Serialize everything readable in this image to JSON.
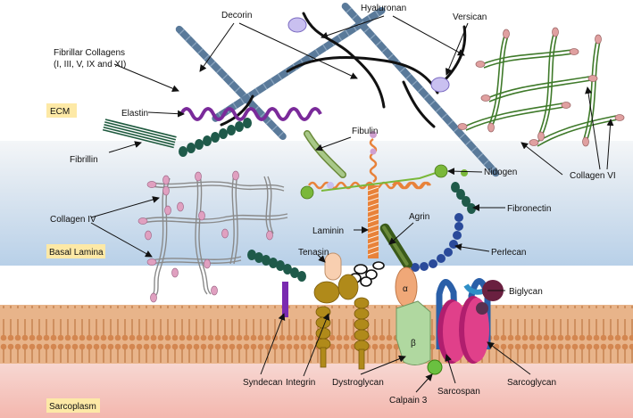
{
  "zones": {
    "ecm": "ECM",
    "basal_lamina": "Basal Lamina",
    "sarcoplasm": "Sarcoplasm"
  },
  "labels": {
    "decorin": "Decorin",
    "hyaluronan": "Hyaluronan",
    "versican": "Versican",
    "fibrillar_collagens_line1": "Fibrillar Collagens",
    "fibrillar_collagens_line2": "(I, III, V, IX and XI)",
    "elastin": "Elastin",
    "fibrillin": "Fibrillin",
    "fibulin": "Fibulin",
    "nidogen": "Nidogen",
    "collagen_vi": "Collagen VI",
    "collagen_iv": "Collagen IV",
    "fibronectin": "Fibronectin",
    "agrin": "Agrin",
    "laminin": "Laminin",
    "perlecan": "Perlecan",
    "tenasin": "Tenasin",
    "biglycan": "Biglycan",
    "alpha": "α",
    "beta": "β",
    "syndecan": "Syndecan",
    "integrin": "Integrin",
    "dystroglycan": "Dystroglycan",
    "calpain3": "Calpain 3",
    "sarcospan": "Sarcospan",
    "sarcoglycan": "Sarcoglycan"
  },
  "colors": {
    "ecm_bg": "#ffffff",
    "basal_lamina_bg": "#d3e3f2",
    "membrane": "#d7935a",
    "sarcoplasm_bg": "#f4c0b8",
    "zone_tag": "#fde9a6",
    "collagen_fiber": "#5a7a9a",
    "collagen_vi": "#3f7a2a",
    "elastin": "#7a2a9a",
    "fibrillin": "#1f5a3f",
    "decorin": "#2f8fc7",
    "hyaluronan": "#111111",
    "versican": "#c9c0f0",
    "collagen_iv": "#888888",
    "collagen_iv_end": "#e0a0c0",
    "laminin": "#e8823a",
    "nidogen": "#7ab83a",
    "fibronectin": "#1f5a4a",
    "perlecan": "#2a4a9a",
    "agrin": "#3a5a1a",
    "tenasin": "#f8cfb0",
    "integrin": "#b08a1a",
    "syndecan": "#7a2ab0",
    "dystroglycan_alpha": "#f0a878",
    "dystroglycan_beta": "#b0d8a0",
    "sarcoglycan": "#d0308a",
    "sarcospan": "#2a5fa8",
    "biglycan": "#6a2040",
    "calpain3": "#6ac040"
  }
}
